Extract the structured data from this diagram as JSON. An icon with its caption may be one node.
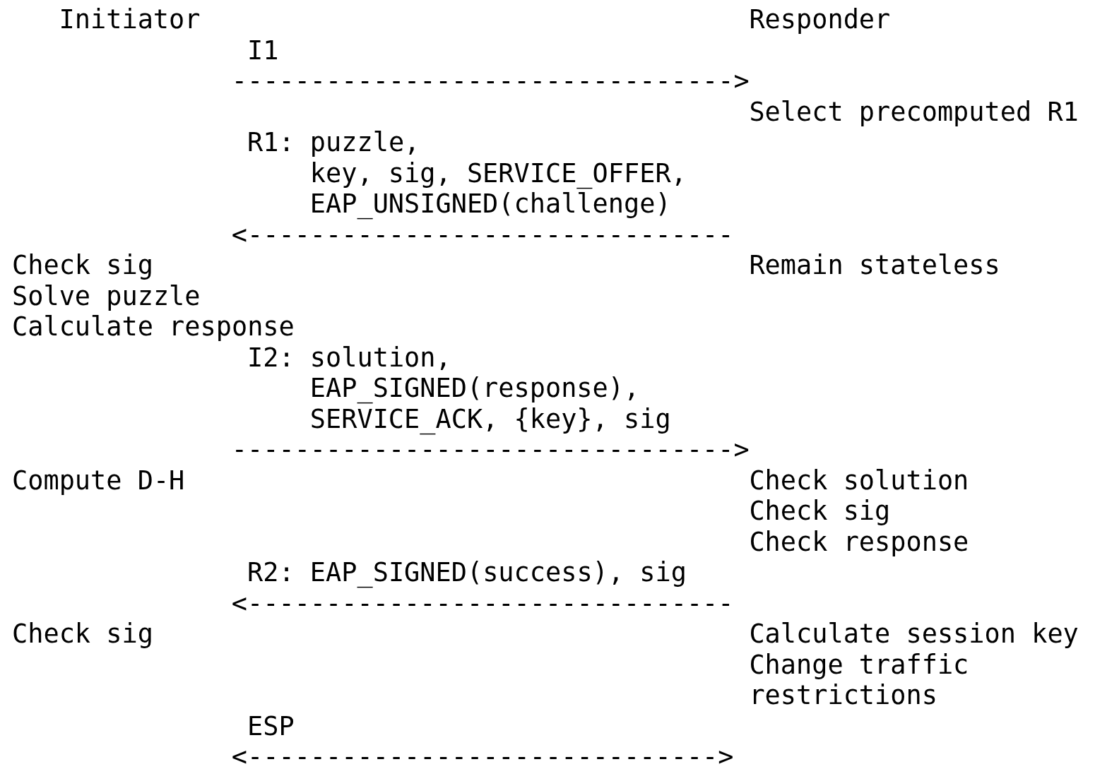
{
  "diagram": {
    "labels": [
      "Initiator",
      "Responder",
      "I1",
      "-------------------------------->",
      "Select precomputed R1",
      "R1: puzzle,",
      "key, sig, SERVICE_OFFER,",
      "EAP_UNSIGNED(challenge)",
      "<-------------------------------",
      "Check sig",
      "Remain stateless",
      "Solve puzzle",
      "Calculate response",
      "I2: solution,",
      "EAP_SIGNED(response),",
      "SERVICE_ACK, {key}, sig",
      "-------------------------------->",
      "Compute D-H",
      "Check solution",
      "Check sig",
      "Check response",
      "R2: EAP_SIGNED(success), sig",
      "<-------------------------------",
      "Check sig",
      "Calculate session key",
      "Change traffic",
      "restrictions",
      "ESP",
      "<------------------------------>"
    ]
  }
}
